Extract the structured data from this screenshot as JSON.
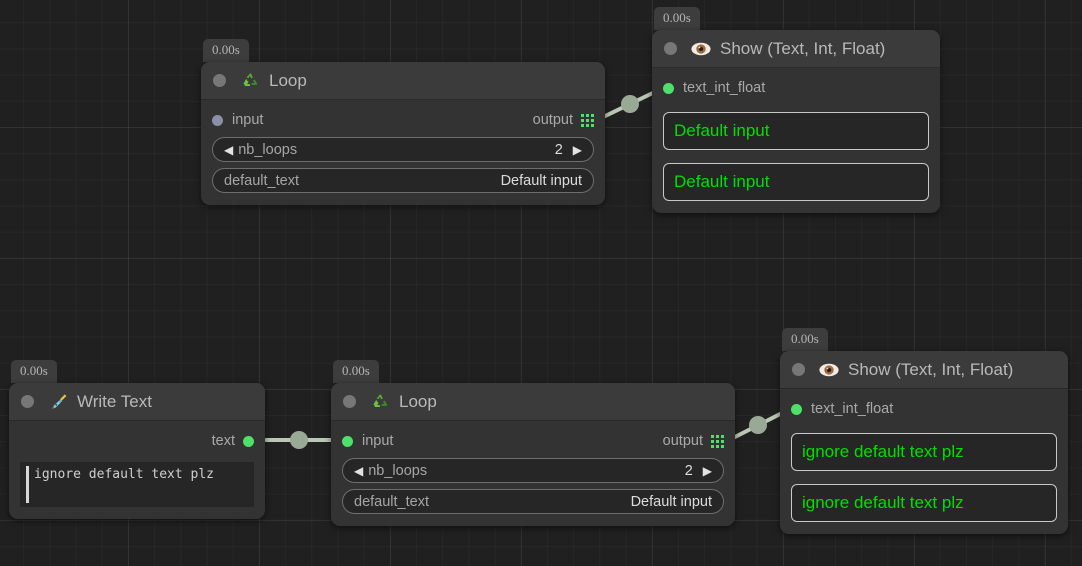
{
  "app": {
    "canvas_label": "node-graph-canvas",
    "background_color": "#202020",
    "accent_green": "#4ee06a",
    "display_text_green": "#00e000",
    "wire_color": "#b9c7b4"
  },
  "nodes": [
    {
      "id": "loop-top",
      "badge": "0.00s",
      "icon": "recycle-icon",
      "icon_glyph": "♻",
      "title": "Loop",
      "input": {
        "label": "input",
        "state": "unconnected"
      },
      "output": {
        "label": "output",
        "state": "connected"
      },
      "fields": [
        {
          "name": "nb_loops",
          "value": "2",
          "stepper": true,
          "left_arrow": "◀",
          "right_arrow": "▶"
        },
        {
          "name": "default_text",
          "value": "Default input",
          "stepper": false
        }
      ]
    },
    {
      "id": "show-top",
      "badge": "0.00s",
      "icon": "eye-icon",
      "title": "Show (Text, Int, Float)",
      "input": {
        "label": "text_int_float",
        "state": "connected"
      },
      "displays": [
        "Default input",
        "Default input"
      ]
    },
    {
      "id": "write-text",
      "badge": "0.00s",
      "icon": "pen-nib-icon",
      "title": "Write Text",
      "output": {
        "label": "text",
        "state": "connected"
      },
      "textarea_value": "ignore default text plz"
    },
    {
      "id": "loop-bottom",
      "badge": "0.00s",
      "icon": "recycle-icon",
      "icon_glyph": "♻",
      "title": "Loop",
      "input": {
        "label": "input",
        "state": "connected"
      },
      "output": {
        "label": "output",
        "state": "connected"
      },
      "fields": [
        {
          "name": "nb_loops",
          "value": "2",
          "stepper": true,
          "left_arrow": "◀",
          "right_arrow": "▶"
        },
        {
          "name": "default_text",
          "value": "Default input",
          "stepper": false
        }
      ]
    },
    {
      "id": "show-bottom",
      "badge": "0.00s",
      "icon": "eye-icon",
      "title": "Show (Text, Int, Float)",
      "input": {
        "label": "text_int_float",
        "state": "connected"
      },
      "displays": [
        "ignore default text plz",
        "ignore default text plz"
      ]
    }
  ],
  "connections": [
    {
      "from": "loop-top.output",
      "to": "show-top.text_int_float"
    },
    {
      "from": "write-text.text",
      "to": "loop-bottom.input"
    },
    {
      "from": "loop-bottom.output",
      "to": "show-bottom.text_int_float"
    }
  ]
}
